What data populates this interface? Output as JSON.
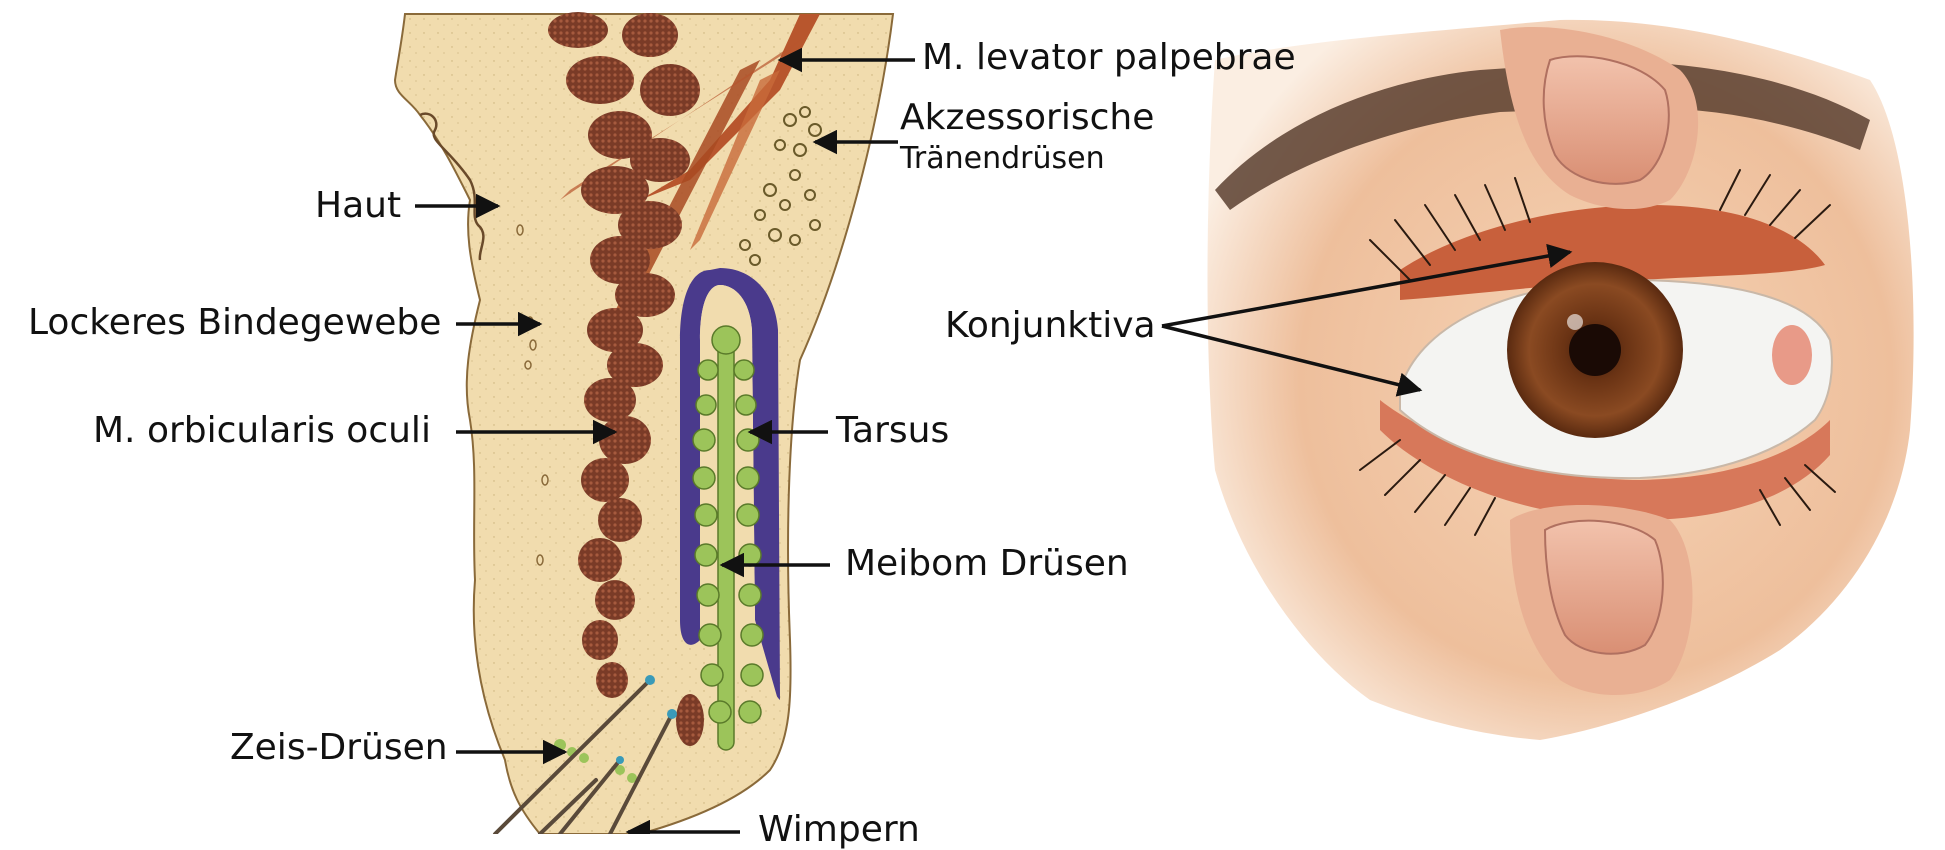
{
  "labels": {
    "levator": "M. levator palpebrae",
    "akz_1": "Akzessorische",
    "akz_2": "Tränendrüsen",
    "haut": "Haut",
    "lockeres": "Lockeres Bindegewebe",
    "orbicularis": "M. orbicularis oculi",
    "tarsus": "Tarsus",
    "meibom": "Meibom Drüsen",
    "zeis": "Zeis-Drüsen",
    "wimpern": "Wimpern",
    "konjunktiva": "Konjunktiva"
  },
  "colors": {
    "skin_tissue": "#f1dcae",
    "muscle": "#7a3b27",
    "muscle_dots": "#a65a3e",
    "levator_muscle": "#b8562d",
    "tarsus_outline": "#4a3a8c",
    "meibom_gland": "#9cc45a",
    "lash": "#5a4a3a",
    "iris": "#7a3e1c",
    "sclera": "#f4f4f2",
    "conjunctiva": "#c8603c",
    "face_skin": "#f0c6a4",
    "eyebrow": "#5a4030",
    "arrow": "#111111"
  }
}
